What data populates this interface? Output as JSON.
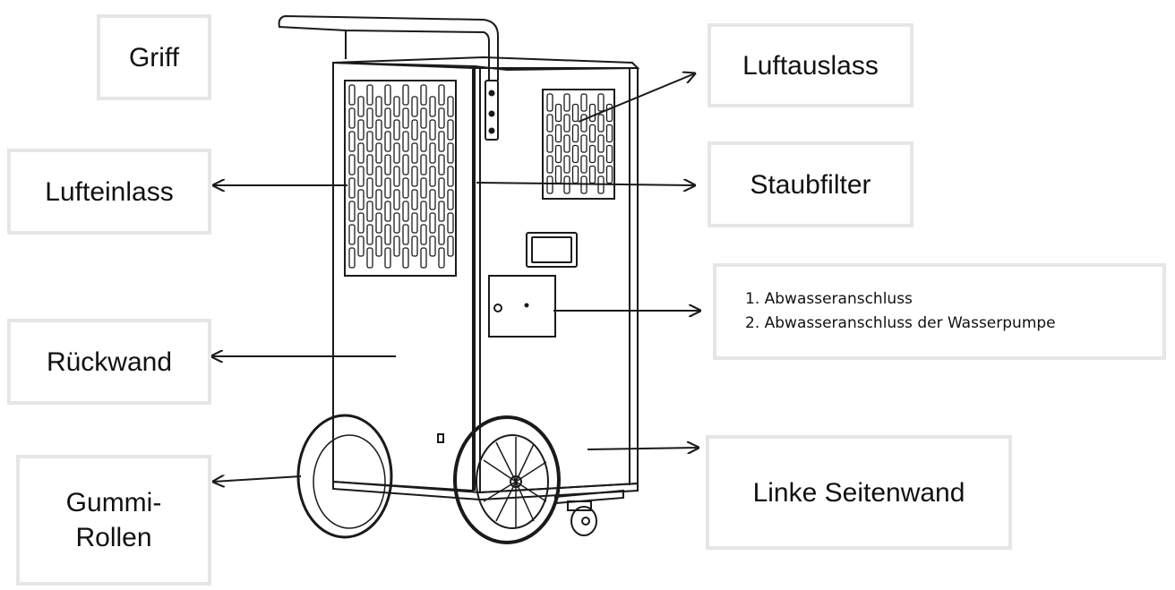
{
  "labels": {
    "griff": "Griff",
    "lufteinlass": "Lufteinlass",
    "rueckwand": "Rückwand",
    "gummi_rollen_line1": "Gummi-",
    "gummi_rollen_line2": "Rollen",
    "luftauslass": "Luftauslass",
    "staubfilter": "Staubfilter",
    "abwasser_1": "1. Abwasseranschluss",
    "abwasser_2": "2. Abwasseranschluss der Wasserpumpe",
    "linke_seitenwand": "Linke Seitenwand"
  },
  "colors": {
    "line": "#1a1a1a",
    "box_border": "#e6e6e6",
    "background": "#ffffff"
  }
}
